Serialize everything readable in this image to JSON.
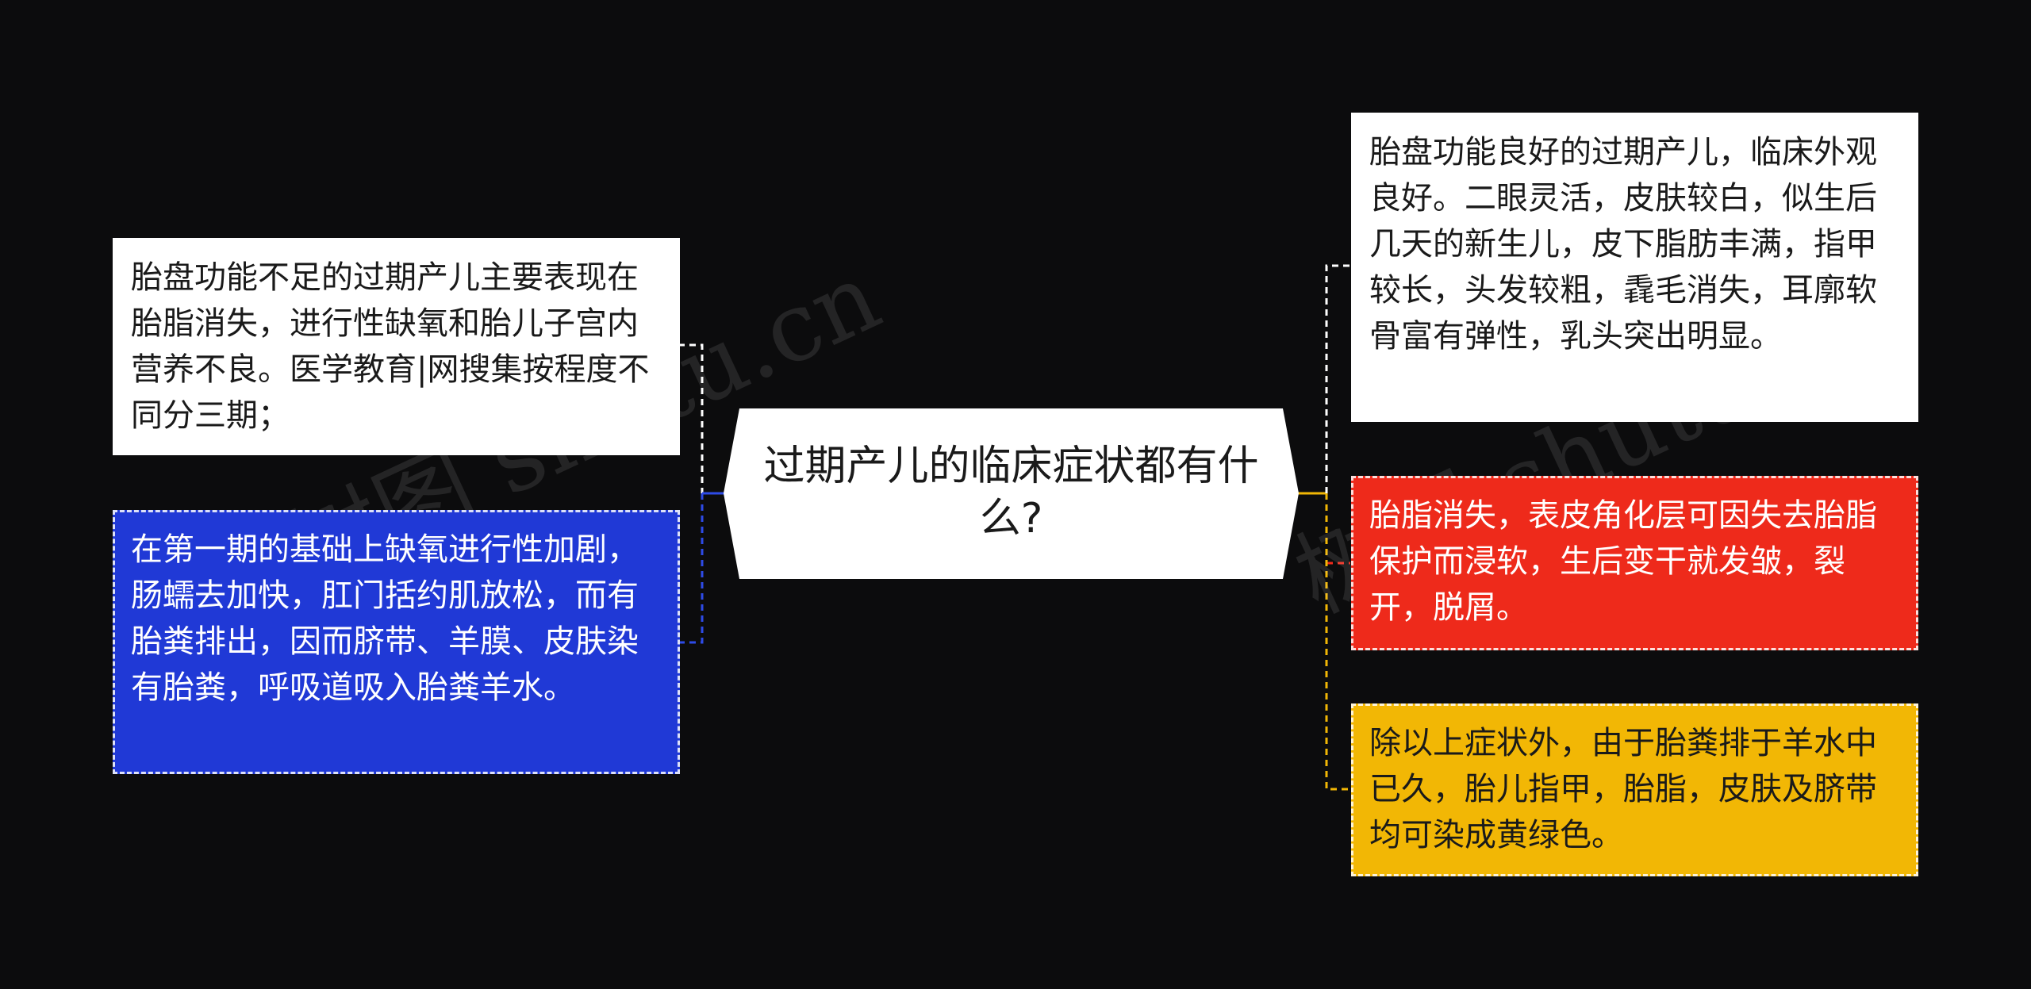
{
  "central": {
    "label": "过期产儿的临床症状都有什么?"
  },
  "left_nodes": [
    {
      "text": "胎盘功能不足的过期产儿主要表现在胎脂消失，进行性缺氧和胎儿子宫内营养不良。医学教育|网搜集按程度不同分三期；",
      "bg": "#ffffff",
      "color": "#1a1a1a",
      "connector": "#ffffff"
    },
    {
      "text": "在第一期的基础上缺氧进行性加剧，肠蠕去加快，肛门括约肌放松，而有胎粪排出，因而脐带、羊膜、皮肤染有胎粪，呼吸道吸入胎粪羊水。",
      "bg": "#2039d6",
      "color": "#ffffff",
      "connector": "#2e4be6"
    }
  ],
  "right_nodes": [
    {
      "text": "胎盘功能良好的过期产儿，临床外观良好。二眼灵活，皮肤较白，似生后几天的新生儿，皮下脂肪丰满，指甲较长，头发较粗，毳毛消失，耳廓软骨富有弹性，乳头突出明显。",
      "bg": "#ffffff",
      "color": "#1a1a1a",
      "connector": "#ffffff"
    },
    {
      "text": "胎脂消失，表皮角化层可因失去胎脂保护而浸软，生后变干就发皱，裂开，脱屑。",
      "bg": "#ee2a1b",
      "color": "#ffffff",
      "connector": "#ee2a1b"
    },
    {
      "text": "除以上症状外，由于胎粪排于羊水中已久，胎儿指甲，胎脂，皮肤及脐带均可染成黄绿色。",
      "bg": "#f2b705",
      "color": "#1a1a1a",
      "connector": "#f2b705"
    }
  ],
  "watermark": "树图 shutu.cn",
  "colors": {
    "background": "#0c0c0d",
    "central_fill": "#ffffff"
  }
}
